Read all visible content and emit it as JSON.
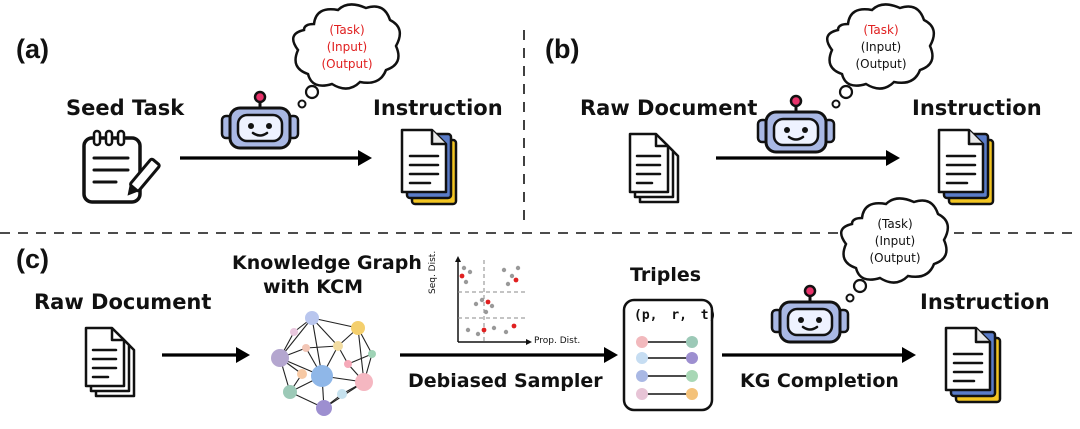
{
  "panels": {
    "a": {
      "label": "(a)",
      "source": "Seed Task",
      "target": "Instruction",
      "thought": [
        "(Task)",
        "(Input)",
        "(Output)"
      ]
    },
    "b": {
      "label": "(b)",
      "source": "Raw Document",
      "target": "Instruction",
      "thought": [
        "(Task)",
        "(Input)",
        "(Output)"
      ]
    },
    "c": {
      "label": "(c)",
      "source": "Raw Document",
      "graph_title_1": "Knowledge Graph",
      "graph_title_2": "with KCM",
      "sampler_label": "Debiased Sampler",
      "plot_ylabel": "Seq. Dist.",
      "plot_xlabel": "Prop. Dist.",
      "triples_title": "Triples",
      "triples_header": [
        "(p,",
        "r,",
        "t)"
      ],
      "completion_label": "KG Completion",
      "target": "Instruction",
      "thought": [
        "(Task)",
        "(Input)",
        "(Output)"
      ]
    }
  },
  "colors": {
    "red_text": "#e02020",
    "robot_body": "#a9b8e4",
    "robot_face": "#eef2ff",
    "doc_yellow": "#f3c522",
    "doc_blue": "#5a7cc8"
  }
}
